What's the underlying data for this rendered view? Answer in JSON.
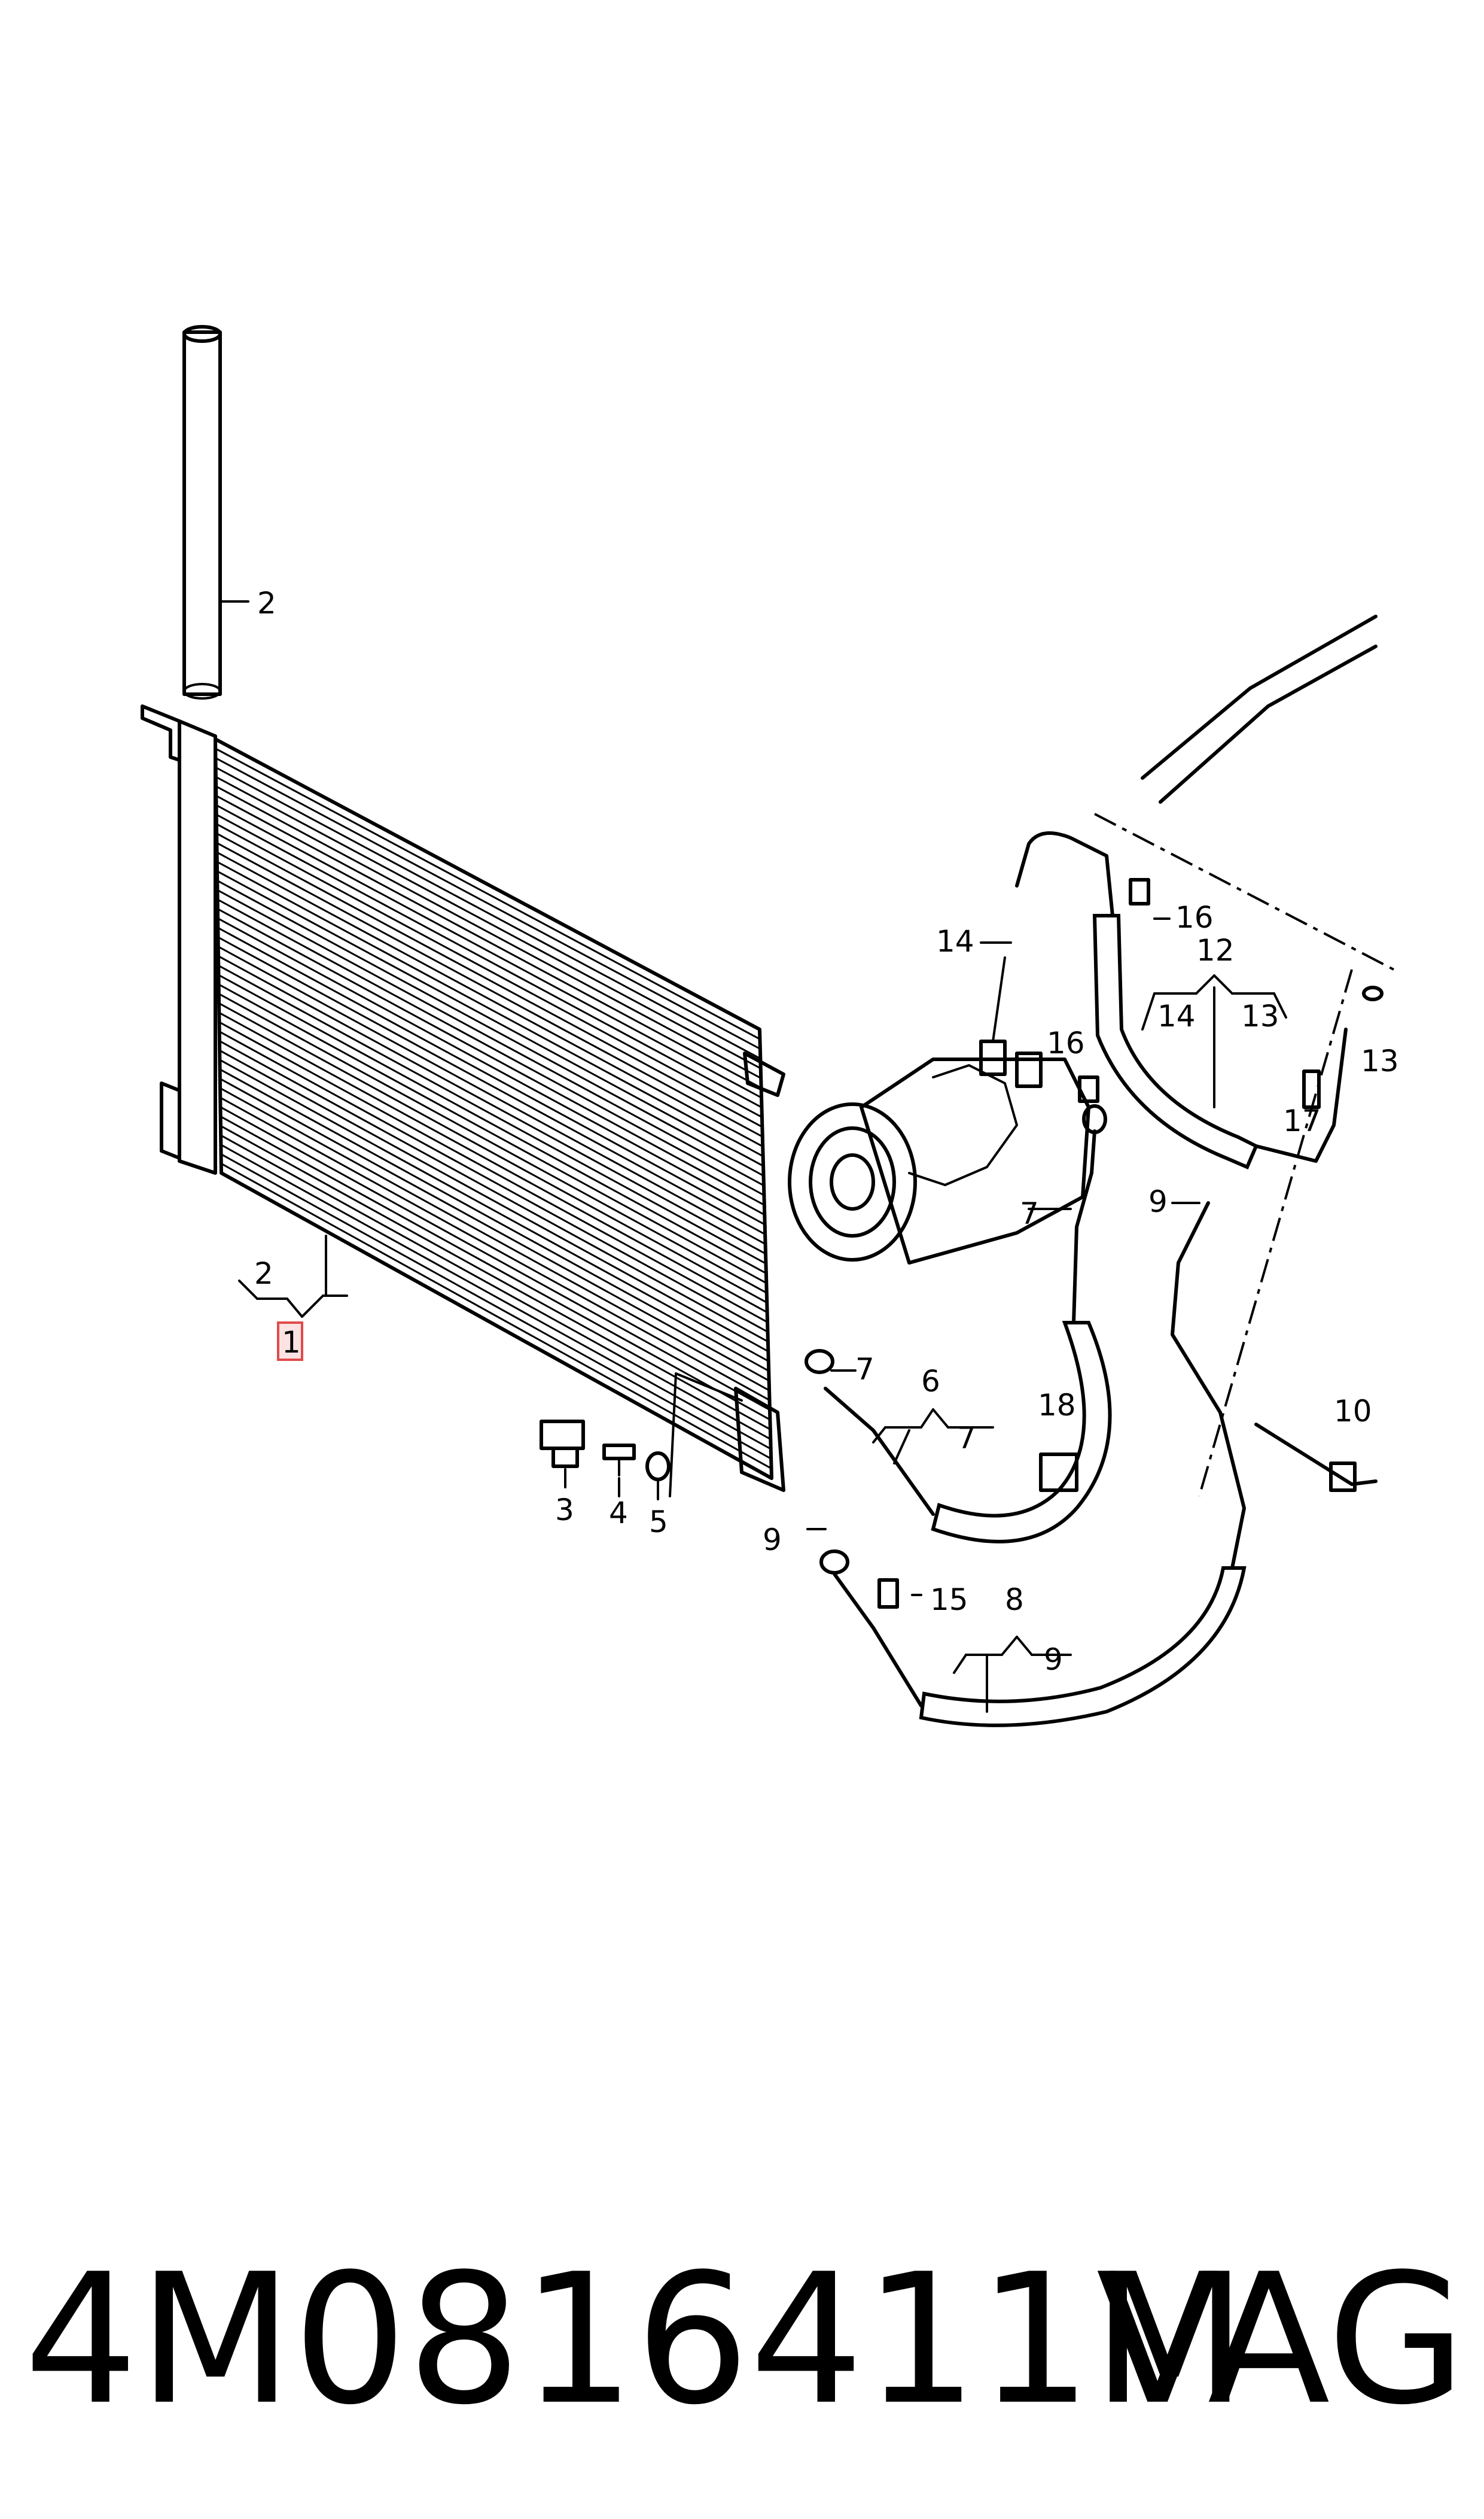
{
  "callouts": {
    "c1": "1",
    "c2_top": "2",
    "c2_bottom": "2",
    "c3": "3",
    "c4": "4",
    "c5": "5",
    "c6": "6",
    "c7_upper": "7",
    "c7_hose": "7",
    "c7_compressor": "7",
    "c8": "8",
    "c9_lower": "9",
    "c9_hose8": "9",
    "c9_upper": "9",
    "c10": "10",
    "c12": "12",
    "c13_inner": "13",
    "c13_outer": "13",
    "c14_upper": "14",
    "c14_inner": "14",
    "c15": "15",
    "c16_upper": "16",
    "c16_lower": "16",
    "c17": "17",
    "c18": "18"
  },
  "highlight_color": "#e04a4a",
  "footer": {
    "part_number": "4M0816411M",
    "brand": "VAG"
  }
}
